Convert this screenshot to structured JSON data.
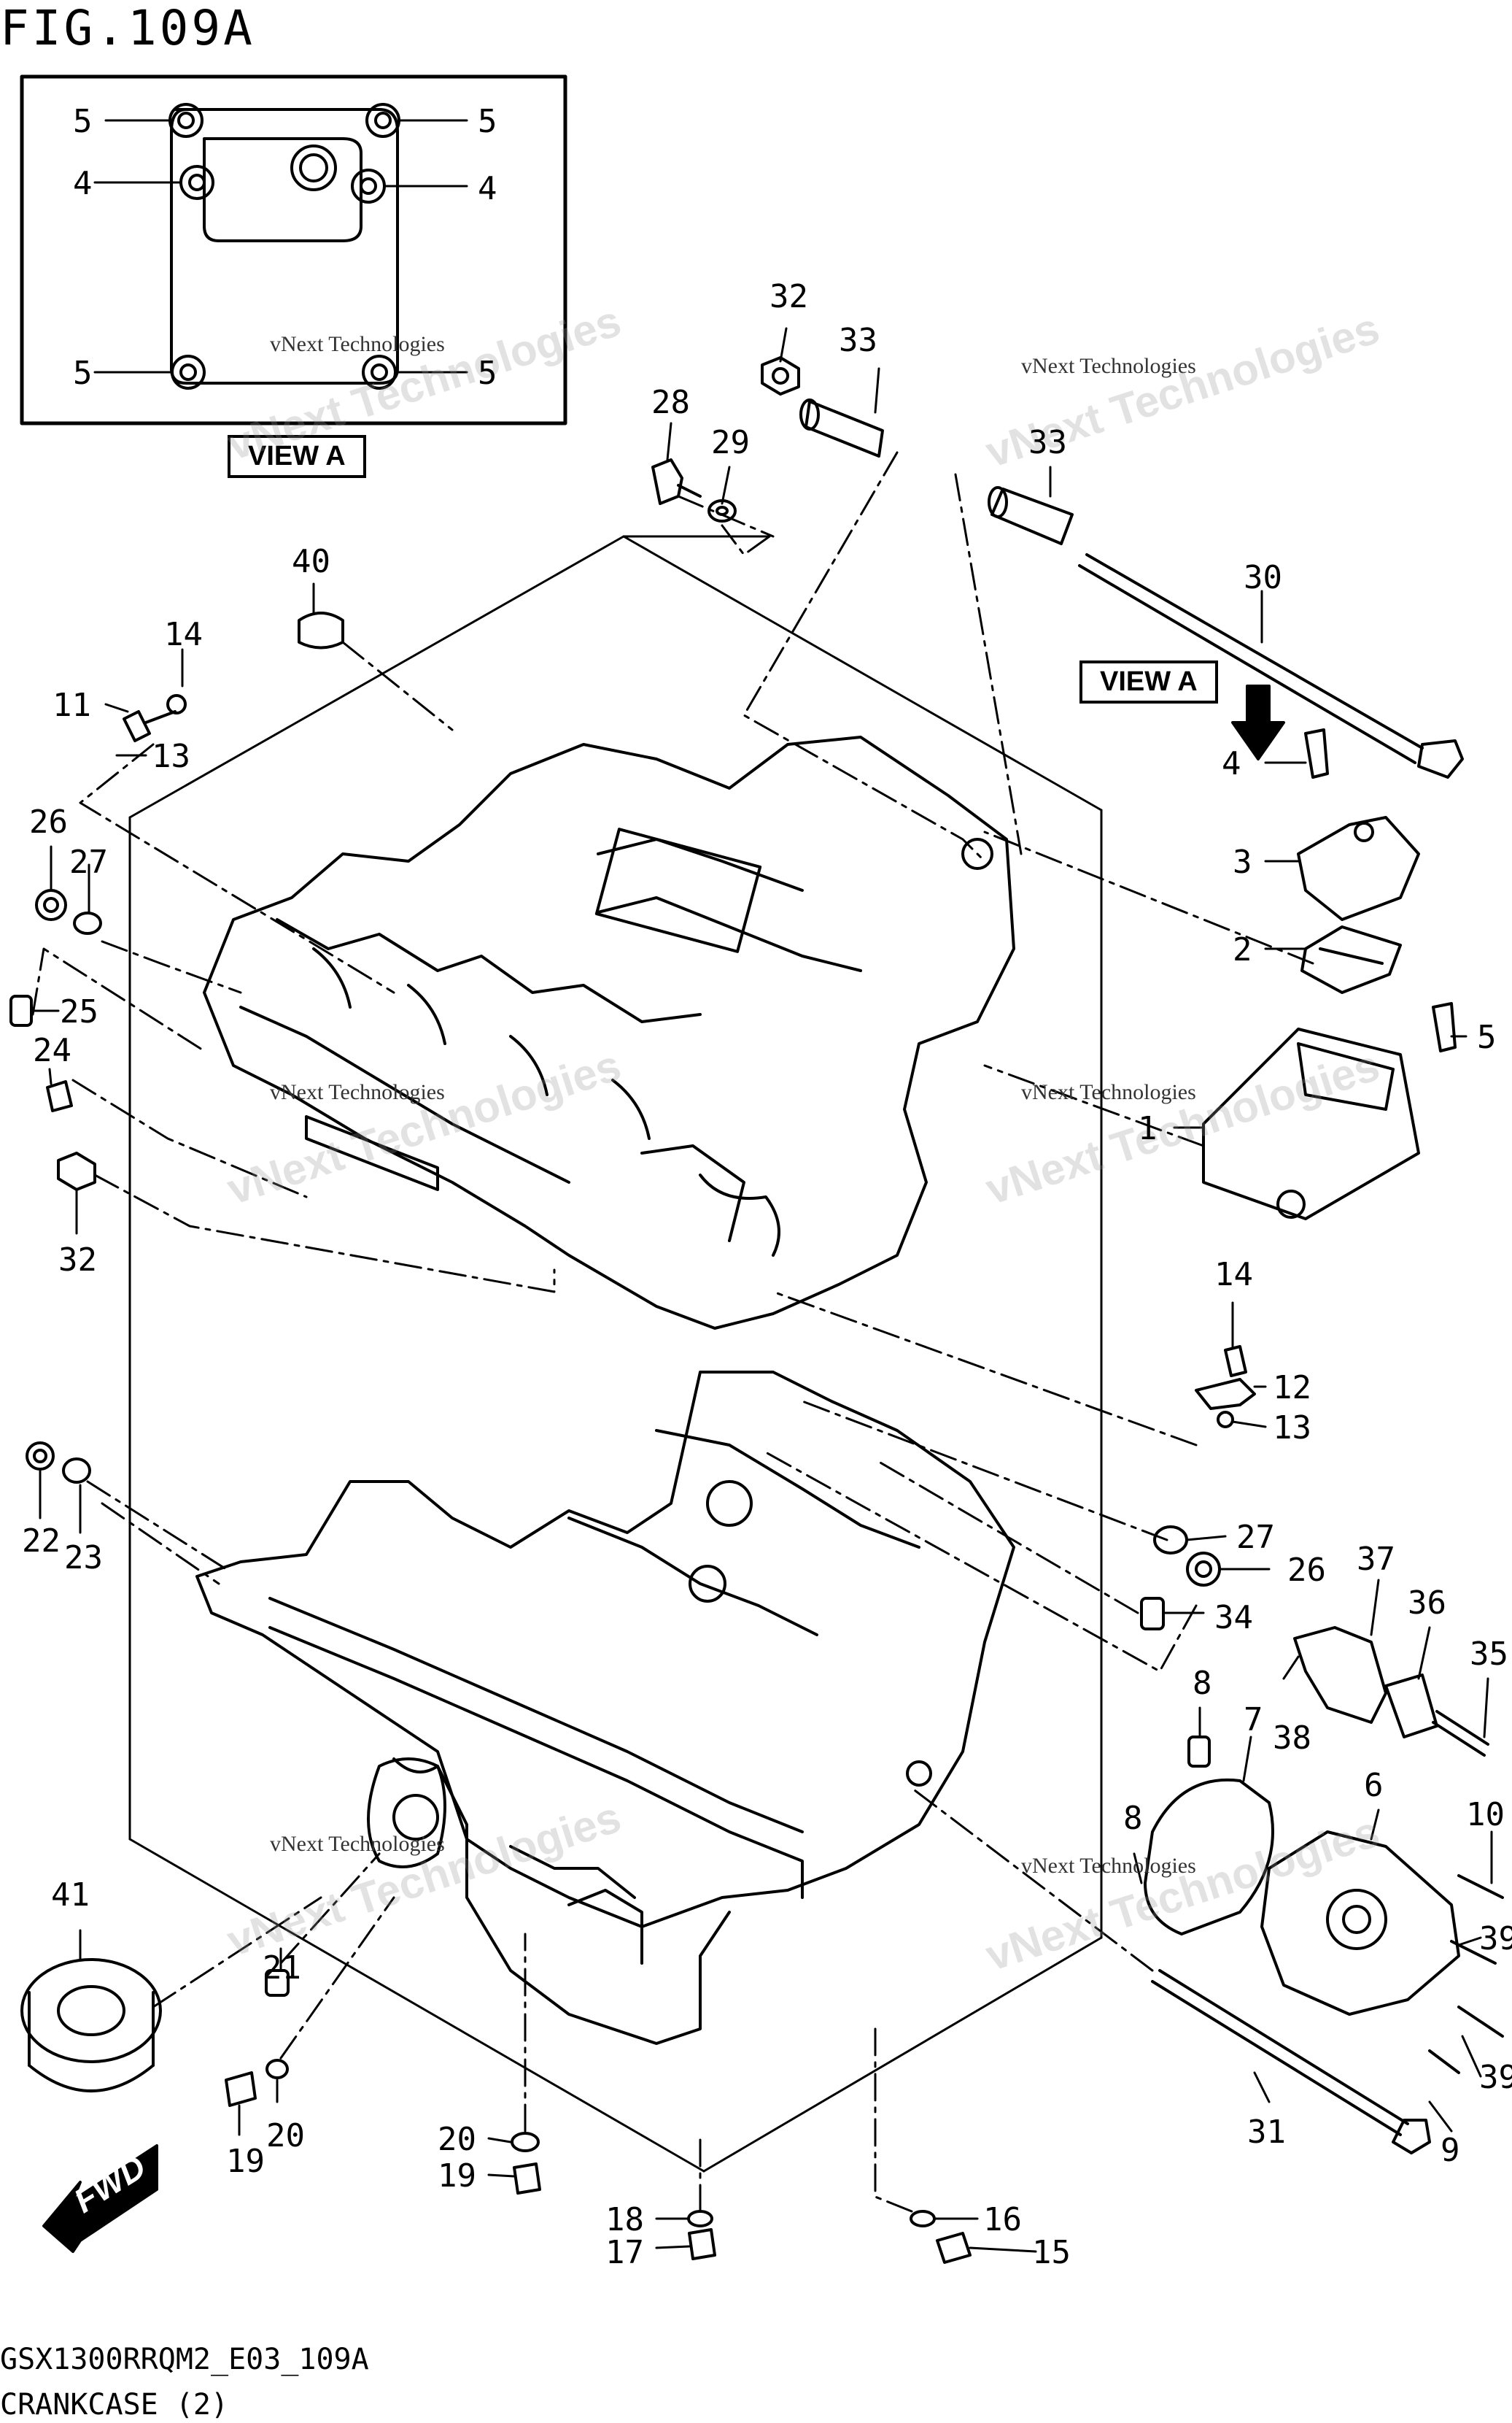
{
  "figure": {
    "title": "FIG.109A",
    "view_label_inset": "VIEW A",
    "view_label_arrow": "VIEW A",
    "fwd_label": "FWD",
    "footer_code": "GSX1300RRQM2_E03_109A",
    "footer_name": "CRANKCASE (2)"
  },
  "watermark": {
    "small_text": "vNext Technologies",
    "large_text": "vNext Technologies"
  },
  "callouts": {
    "c_5a": "5",
    "c_5b": "5",
    "c_4a": "4",
    "c_4b": "4",
    "c_5c": "5",
    "c_5d": "5",
    "c_32a": "32",
    "c_33a": "33",
    "c_33b": "33",
    "c_28": "28",
    "c_29": "29",
    "c_30": "30",
    "c_40": "40",
    "c_14a": "14",
    "c_11": "11",
    "c_13a": "13",
    "c_26a": "26",
    "c_27a": "27",
    "c_25": "25",
    "c_24": "24",
    "c_32b": "32",
    "c_4c": "4",
    "c_3": "3",
    "c_2": "2",
    "c_5e": "5",
    "c_1": "1",
    "c_14b": "14",
    "c_12": "12",
    "c_13b": "13",
    "c_22": "22",
    "c_23": "23",
    "c_27b": "27",
    "c_26b": "26",
    "c_34": "34",
    "c_37": "37",
    "c_36": "36",
    "c_35": "35",
    "c_8a": "8",
    "c_7": "7",
    "c_38": "38",
    "c_6": "6",
    "c_10": "10",
    "c_8b": "8",
    "c_39a": "39",
    "c_39b": "39",
    "c_41": "41",
    "c_21": "21",
    "c_20a": "20",
    "c_19a": "19",
    "c_20b": "20",
    "c_19b": "19",
    "c_18": "18",
    "c_17": "17",
    "c_16": "16",
    "c_15": "15",
    "c_31": "31",
    "c_9": "9"
  }
}
